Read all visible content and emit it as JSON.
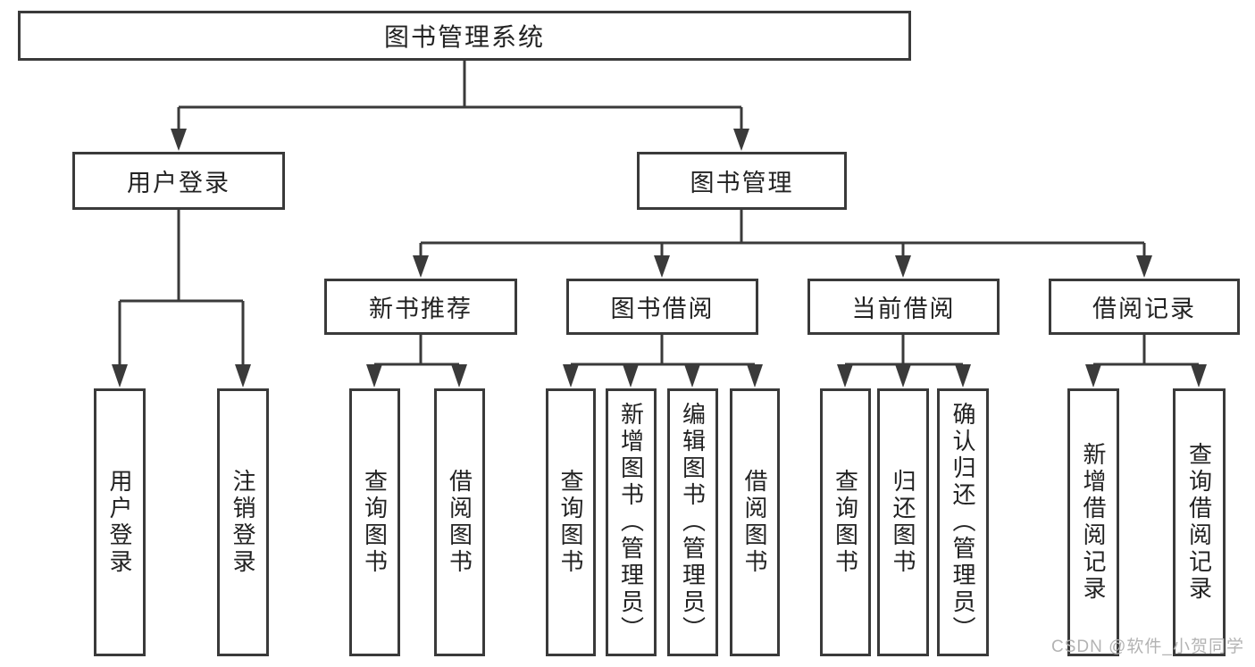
{
  "diagram": {
    "root": {
      "label": "图书管理系统"
    },
    "branches": {
      "login": {
        "label": "用户登录",
        "children": {
          "user_login": {
            "label": "用户登录"
          },
          "logout": {
            "label": "注销登录"
          }
        }
      },
      "manage": {
        "label": "图书管理",
        "children": {
          "recommend": {
            "label": "新书推荐",
            "children": {
              "query": {
                "label": "查询图书"
              },
              "borrow": {
                "label": "借阅图书"
              }
            }
          },
          "borrow": {
            "label": "图书借阅",
            "children": {
              "query": {
                "label": "查询图书"
              },
              "add": {
                "label": "新增图书（管理员）"
              },
              "edit": {
                "label": "编辑图书（管理员）"
              },
              "borrow": {
                "label": "借阅图书"
              }
            }
          },
          "current": {
            "label": "当前借阅",
            "children": {
              "query": {
                "label": "查询图书"
              },
              "return": {
                "label": "归还图书"
              },
              "confirm": {
                "label": "确认归还（管理员）"
              }
            }
          },
          "records": {
            "label": "借阅记录",
            "children": {
              "add": {
                "label": "新增借阅记录"
              },
              "query": {
                "label": "查询借阅记录"
              }
            }
          }
        }
      }
    }
  },
  "watermark": {
    "text": "CSDN @软件_小贺同学"
  },
  "colors": {
    "line": "#3a3a3a",
    "text": "#222222",
    "watermark": "#b3b3b3",
    "background": "#ffffff"
  }
}
